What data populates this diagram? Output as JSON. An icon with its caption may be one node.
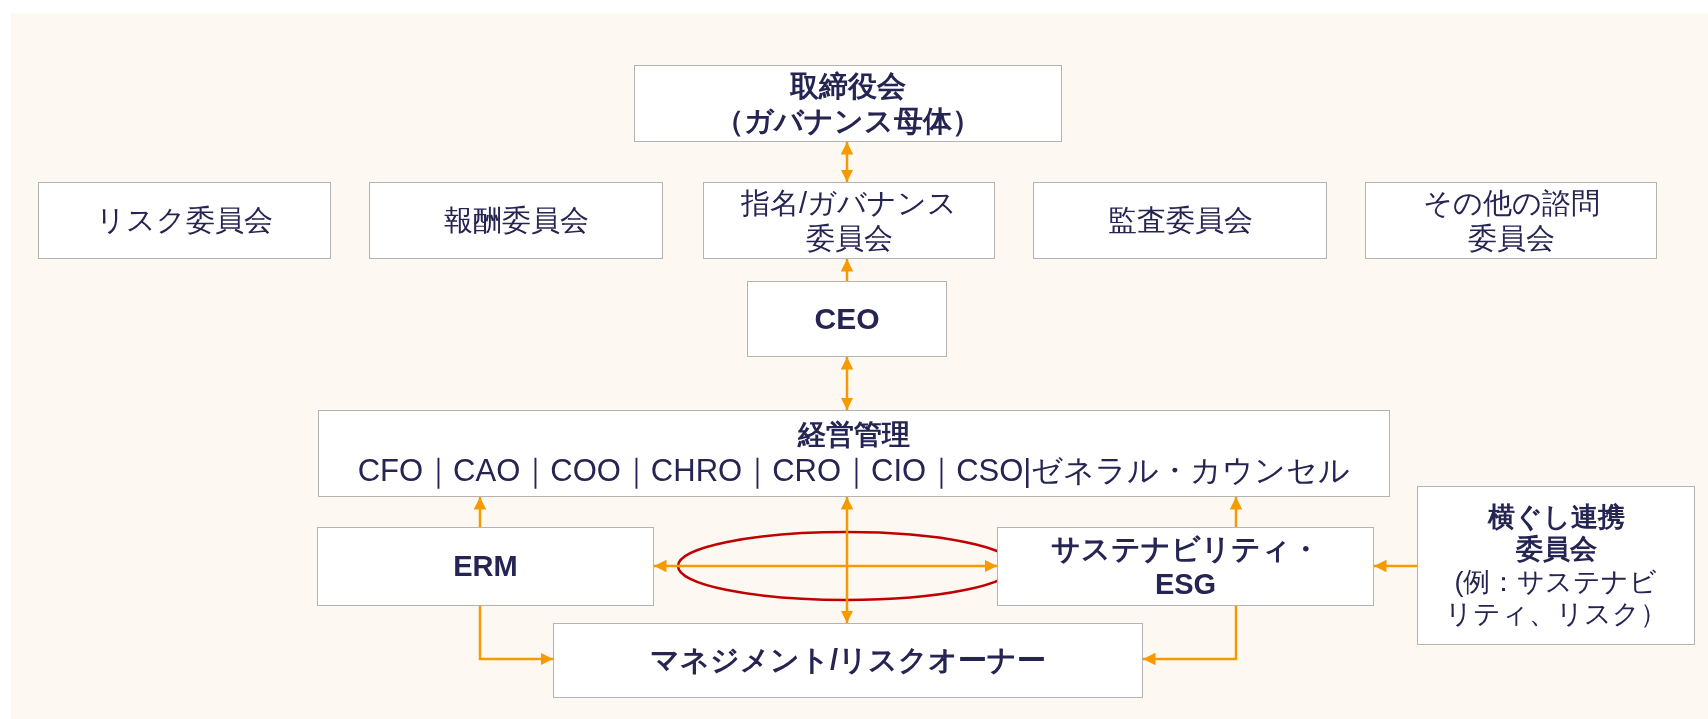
{
  "diagram": {
    "nodes": [
      {
        "text": [
          "取締役会",
          "（ガバナンス母体）"
        ]
      },
      {
        "text": [
          "リスク委員会"
        ]
      },
      {
        "text": [
          "報酬委員会"
        ]
      },
      {
        "text": [
          "指名/ガバナンス委員会"
        ]
      },
      {
        "text": [
          "監査委員会"
        ]
      },
      {
        "text": [
          "その他の諮問委員会"
        ]
      },
      {
        "text": [
          "CEO"
        ]
      },
      {
        "text": [
          "経営管理",
          "CFO｜CAO｜COO｜CHRO｜CRO｜CIO｜CSO|ゼネラル・カウンセル"
        ]
      },
      {
        "text": [
          "ERM"
        ]
      },
      {
        "text": [
          "サステナビリティ・ESG"
        ]
      },
      {
        "text": [
          "横ぐし連携委員会",
          "(例：サステナビリティ、リスク）"
        ]
      },
      {
        "text": [
          "マネジメント/リスクオーナー"
        ]
      }
    ],
    "edges": [
      {
        "from": 0,
        "to": 3,
        "arrow": "both"
      },
      {
        "from": 6,
        "to": 3,
        "arrow": "to"
      },
      {
        "from": 6,
        "to": 7,
        "arrow": "both"
      },
      {
        "from": 8,
        "to": 7,
        "arrow": "to"
      },
      {
        "from": 9,
        "to": 7,
        "arrow": "to"
      },
      {
        "from": 7,
        "to": 11,
        "arrow": "both"
      },
      {
        "from": 8,
        "to": 9,
        "arrow": "both"
      },
      {
        "from": 8,
        "to": 11,
        "arrow": "to"
      },
      {
        "from": 9,
        "to": 11,
        "arrow": "to"
      },
      {
        "from": 10,
        "to": 9,
        "arrow": "to"
      }
    ]
  }
}
